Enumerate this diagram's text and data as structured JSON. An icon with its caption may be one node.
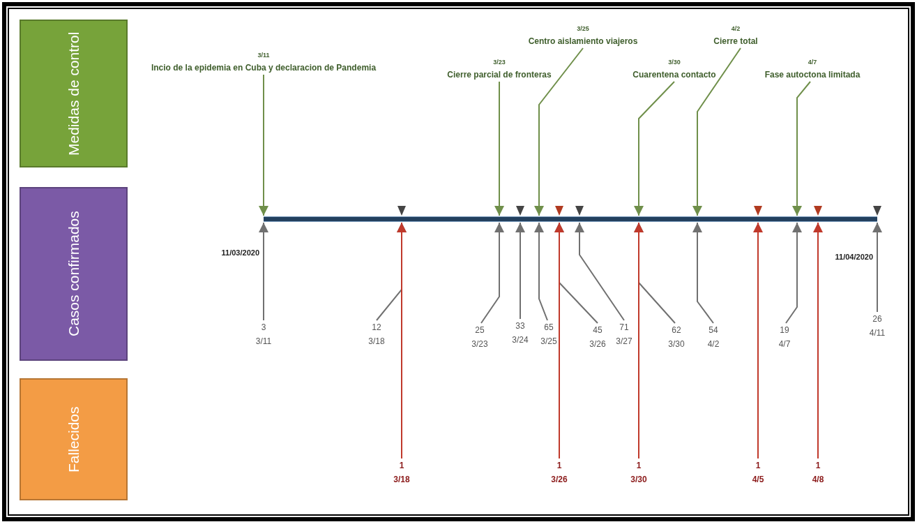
{
  "diagram": {
    "nodes": [
      {
        "text": [
          "Medidas de control"
        ]
      },
      {
        "text": [
          "Casos confirmados"
        ]
      },
      {
        "text": [
          "Fallecidos"
        ]
      },
      {
        "text": [],
        "shape": "bar"
      },
      {
        "text": [
          "3/11",
          "Incio de la epidemia en Cuba y declaracion de Pandemia"
        ]
      },
      {
        "text": [
          "3/23",
          "Cierre parcial de fronteras"
        ]
      },
      {
        "text": [
          "3/25",
          "Centro aislamiento viajeros"
        ]
      },
      {
        "text": [
          "3/30",
          "Cuarentena contacto"
        ]
      },
      {
        "text": [
          "4/2",
          "Cierre total"
        ]
      },
      {
        "text": [
          "4/7",
          "Fase autoctona limitada"
        ]
      },
      {
        "text": [
          "3",
          "3/11"
        ]
      },
      {
        "text": [
          "12",
          "3/18"
        ]
      },
      {
        "text": [
          "25",
          "3/23"
        ]
      },
      {
        "text": [
          "33",
          "3/24"
        ]
      },
      {
        "text": [
          "65",
          "3/25"
        ]
      },
      {
        "text": [
          "45",
          "3/26"
        ]
      },
      {
        "text": [
          "71",
          "3/27"
        ]
      },
      {
        "text": [
          "62",
          "3/30"
        ]
      },
      {
        "text": [
          "54",
          "4/2"
        ]
      },
      {
        "text": [
          "19",
          "4/7"
        ]
      },
      {
        "text": [
          "26",
          "4/11"
        ]
      },
      {
        "text": [
          "1",
          "3/18"
        ]
      },
      {
        "text": [
          "1",
          "3/26"
        ]
      },
      {
        "text": [
          "1",
          "3/30"
        ]
      },
      {
        "text": [
          "1",
          "4/5"
        ]
      },
      {
        "text": [
          "1",
          "4/8"
        ]
      }
    ],
    "edges": [
      {
        "from": 4,
        "to": 3,
        "arrow": "to",
        "color": "#6f8f4a"
      },
      {
        "from": 5,
        "to": 3,
        "arrow": "to",
        "color": "#6f8f4a"
      },
      {
        "from": 6,
        "to": 3,
        "arrow": "to",
        "color": "#6f8f4a"
      },
      {
        "from": 7,
        "to": 3,
        "arrow": "to",
        "color": "#6f8f4a"
      },
      {
        "from": 8,
        "to": 3,
        "arrow": "to",
        "color": "#6f8f4a"
      },
      {
        "from": 9,
        "to": 3,
        "arrow": "to",
        "color": "#6f8f4a"
      },
      {
        "from": 10,
        "to": 3,
        "arrow": "to"
      },
      {
        "from": 11,
        "to": 3,
        "arrow": "to"
      },
      {
        "from": 12,
        "to": 3,
        "arrow": "to"
      },
      {
        "from": 13,
        "to": 3,
        "arrow": "to"
      },
      {
        "from": 14,
        "to": 3,
        "arrow": "to"
      },
      {
        "from": 15,
        "to": 3,
        "arrow": "to"
      },
      {
        "from": 16,
        "to": 3,
        "arrow": "to"
      },
      {
        "from": 17,
        "to": 3,
        "arrow": "to"
      },
      {
        "from": 18,
        "to": 3,
        "arrow": "to"
      },
      {
        "from": 19,
        "to": 3,
        "arrow": "to"
      },
      {
        "from": 20,
        "to": 3,
        "arrow": "to"
      },
      {
        "from": 21,
        "to": 3,
        "arrow": "to",
        "color": "#c0392b"
      },
      {
        "from": 22,
        "to": 3,
        "arrow": "to",
        "color": "#c0392b"
      },
      {
        "from": 23,
        "to": 3,
        "arrow": "to",
        "color": "#c0392b"
      },
      {
        "from": 24,
        "to": 3,
        "arrow": "to",
        "color": "#c0392b"
      },
      {
        "from": 25,
        "to": 3,
        "arrow": "to",
        "color": "#c0392b"
      }
    ],
    "labels": [
      "11/03/2020",
      "11/04/2020"
    ]
  }
}
